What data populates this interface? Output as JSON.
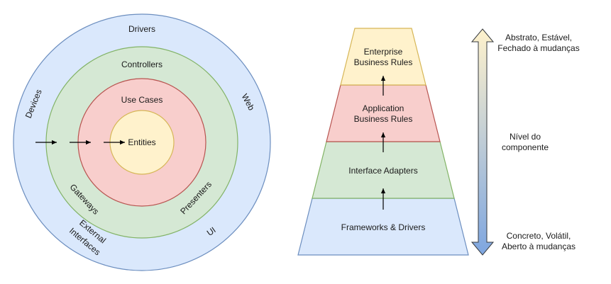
{
  "colors": {
    "blue_fill": "#dae8fc",
    "blue_stroke": "#6c8ebf",
    "green_fill": "#d5e8d4",
    "green_stroke": "#82b366",
    "red_fill": "#f8cecc",
    "red_stroke": "#b85450",
    "yellow_fill": "#fff2cc",
    "yellow_stroke": "#d6b656",
    "arrow": "#000000"
  },
  "circles": {
    "outer_label": "Drivers",
    "ring2_label": "Controllers",
    "ring3_label": "Use Cases",
    "center_label": "Entities",
    "devices_label": "Devices",
    "web_label": "Web",
    "gateways_label": "Gateways",
    "presenters_label": "Presenters",
    "ui_label": "UI",
    "external_line1": "External",
    "external_line2": "Interfaces"
  },
  "pyramid": {
    "layers": [
      {
        "line1": "Enterprise",
        "line2": "Business Rules"
      },
      {
        "line1": "Application",
        "line2": "Business Rules"
      },
      {
        "line1": "Interface Adapters",
        "line2": ""
      },
      {
        "line1": "Frameworks & Drivers",
        "line2": ""
      }
    ]
  },
  "scale": {
    "top_line1": "Abstrato, Estável,",
    "top_line2": "Fechado à mudanças",
    "middle_line1": "Nível do",
    "middle_line2": "componente",
    "bottom_line1": "Concreto, Volátil,",
    "bottom_line2": "Aberto à mudanças"
  }
}
